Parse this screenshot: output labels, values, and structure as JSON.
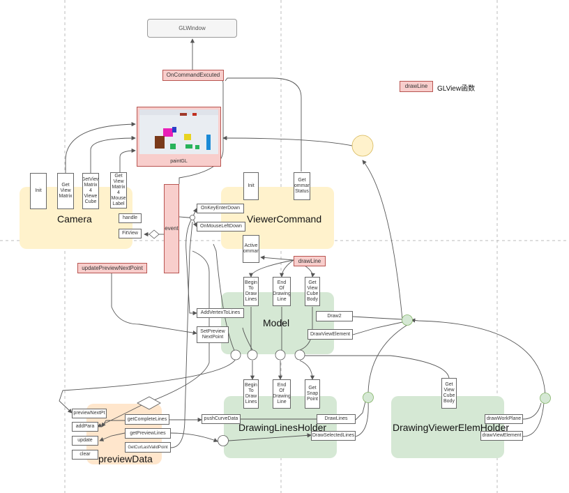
{
  "window": "GLWindow",
  "command_excuted": "OnCommandExcuted",
  "paint": "paintGL",
  "legend": {
    "key": "drawLine",
    "text": "GLView函数"
  },
  "camera": {
    "title": "Camera",
    "init": "Init",
    "get_view_matrix": "Get\nView\nMatrix",
    "get_view_matrix_4_view_cube": "GetView\nMatrix\n4\nViewe\nCube",
    "get_view_matrix_4_mouse_label": "Get\nView\nMatrix\n4\nMouse\nLabel",
    "handle": "handle",
    "fitview": "FitView"
  },
  "event": "event",
  "update_preview_next_point": "updatePreviewNextPoint",
  "viewer_command": {
    "title": "ViewerCommand",
    "init": "Init",
    "get_command_status": "Get\nCommand\nStatus",
    "on_key_enter_down": "OnKeyEnterDown",
    "on_mouse_left_down": "OnMouseLeftDown",
    "active_command": "Active\nCommand",
    "draw_line": "drawLine"
  },
  "model": {
    "title": "Model",
    "begin_to_draw_lines": "Begin\nTo\nDraw\nLines",
    "end_of_drawing_line": "End\nOf\nDrawing\nLine",
    "get_view_cube_body": "Get\nView\nCube\nBody",
    "add_vertex_to_lines": "AddVertexToLines",
    "set_preview_next_point": "SetPreview\nNextPoint",
    "draw2": "Draw2",
    "draw_view_element": "DrawViewElement"
  },
  "lines_holder": {
    "title": "DrawingLinesHolder",
    "begin_to_draw_lines": "Begin\nTo\nDraw\nLines",
    "end_of_drawing_line": "End\nOf\nDrawing\nLine",
    "get_snap_point": "Get\nSnap\nPoint",
    "push_curve_data": "pushCurveData",
    "draw_lines": "DrawLines",
    "draw_selected_lines": "DrawSelectedLines",
    "get_complete_lines": "getCompleteLines",
    "get_preview_lines": "getPreviewLines",
    "get_cur_last_valid_point": "GetCurLastValidPoint"
  },
  "elem_holder": {
    "title": "DrawingViewerElemHolder",
    "get_view_cube_body": "Get\nView\nCube\nBody",
    "draw_work_plane": "drawWorkPlane",
    "draw_view_element": "drawViewElement"
  },
  "preview_data": {
    "title": "previewData",
    "preview_next_pt": "previewNextPt",
    "add_para": "addPara",
    "update": "update",
    "clear": "clear"
  },
  "colors": {
    "red_fill": "#f8cecc",
    "red_stroke": "#b85450",
    "yellow_group": "#fff2cc",
    "green_group": "#d5e8d4",
    "orange_group": "#ffe6cc",
    "connector": "#555555"
  }
}
